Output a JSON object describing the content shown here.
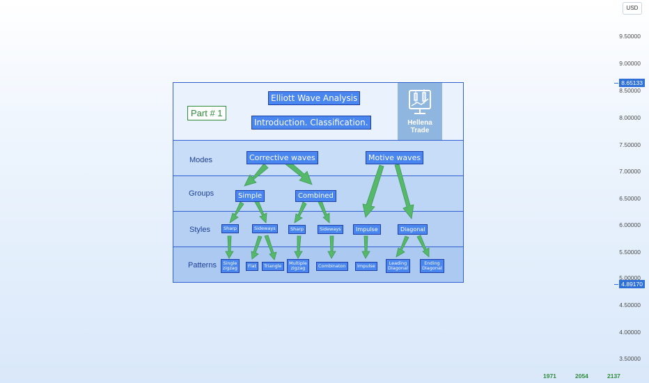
{
  "axis": {
    "currency": "USD",
    "price_ticks": [
      "9.50000",
      "9.00000",
      "8.50000",
      "8.00000",
      "7.50000",
      "7.00000",
      "6.50000",
      "6.00000",
      "5.50000",
      "5.00000",
      "4.50000",
      "4.00000",
      "3.50000"
    ],
    "price_tags": [
      "8.65133",
      "4.89170"
    ],
    "time_ticks": [
      "1971",
      "2054",
      "2137"
    ]
  },
  "header": {
    "part": "Part # 1",
    "title": "Elliott Wave Analysis",
    "subtitle": "Introduction. Classification.",
    "logo_line1": "Hellena",
    "logo_line2": "Trade"
  },
  "rows": {
    "modes": "Modes",
    "groups": "Groups",
    "styles": "Styles",
    "patterns": "Patterns"
  },
  "nodes": {
    "corrective": "Corrective waves",
    "motive": "Motive waves",
    "simple": "Simple",
    "combined": "Combined",
    "sharp1": "Sharp",
    "sideways1": "Sideways",
    "sharp2": "Sharp",
    "sideways2": "Sideways",
    "impulse_style": "Impulse",
    "diagonal": "Diagonal",
    "single_zigzag_1": "Single",
    "single_zigzag_2": "zigzag",
    "flat": "Flat",
    "triangle": "Triangle",
    "multiple_zigzag_1": "Multiple",
    "multiple_zigzag_2": "zigzag",
    "combination": "Combinaton",
    "impulse_pattern": "Impulse",
    "leading_1": "Leading",
    "leading_2": "Diagonal",
    "ending_1": "Ending",
    "ending_2": "Diagonal"
  },
  "colors": {
    "node_fill": "#4a86f0",
    "arrow": "#55b86a",
    "accent_green": "#2e8b3a",
    "price_tag": "#2f6fd8"
  }
}
